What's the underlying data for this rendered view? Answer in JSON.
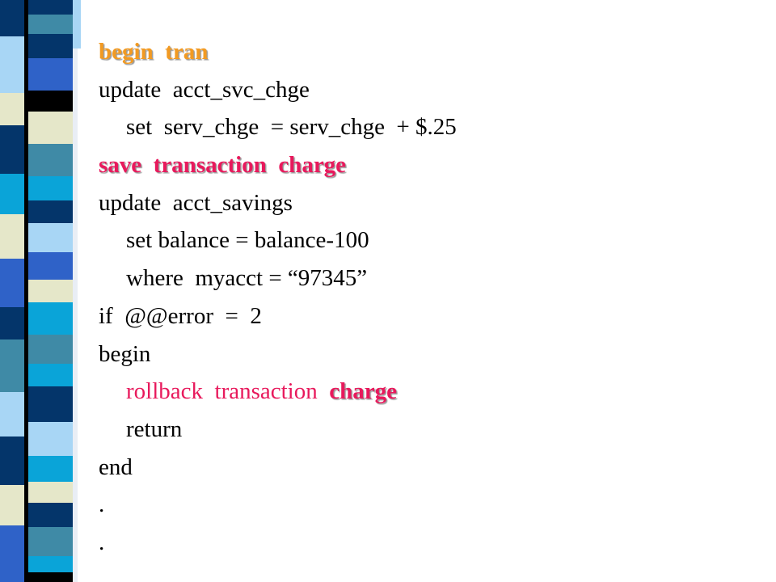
{
  "decoration": {
    "stripe_colors": {
      "navy": "#04356a",
      "blue": "#2f62c8",
      "cyan": "#0aa4d8",
      "teal": "#3f8aa6",
      "light_blue": "#a8d6f5",
      "cream": "#e5e7c9",
      "black": "#000000",
      "white": "#ffffff"
    }
  },
  "code": {
    "line1": "begin  tran",
    "line2": "update  acct_svc_chge",
    "line3": "set  serv_chge  = serv_chge  + $.25",
    "line4": "save  transaction  charge",
    "line5": "update  acct_savings",
    "line6": "set balance = balance-100",
    "line7": "where  myacct = “97345”",
    "line8": "if  @@error  =  2",
    "line9": "begin",
    "line10_rollback": "rollback  transaction  ",
    "line10_charge": "charge",
    "line11": "return",
    "line12": "end",
    "line13": ".",
    "line14": "."
  },
  "colors": {
    "keyword_orange": "#f29a22",
    "keyword_pink": "#e8195c",
    "text": "#000000",
    "background": "#ffffff"
  }
}
